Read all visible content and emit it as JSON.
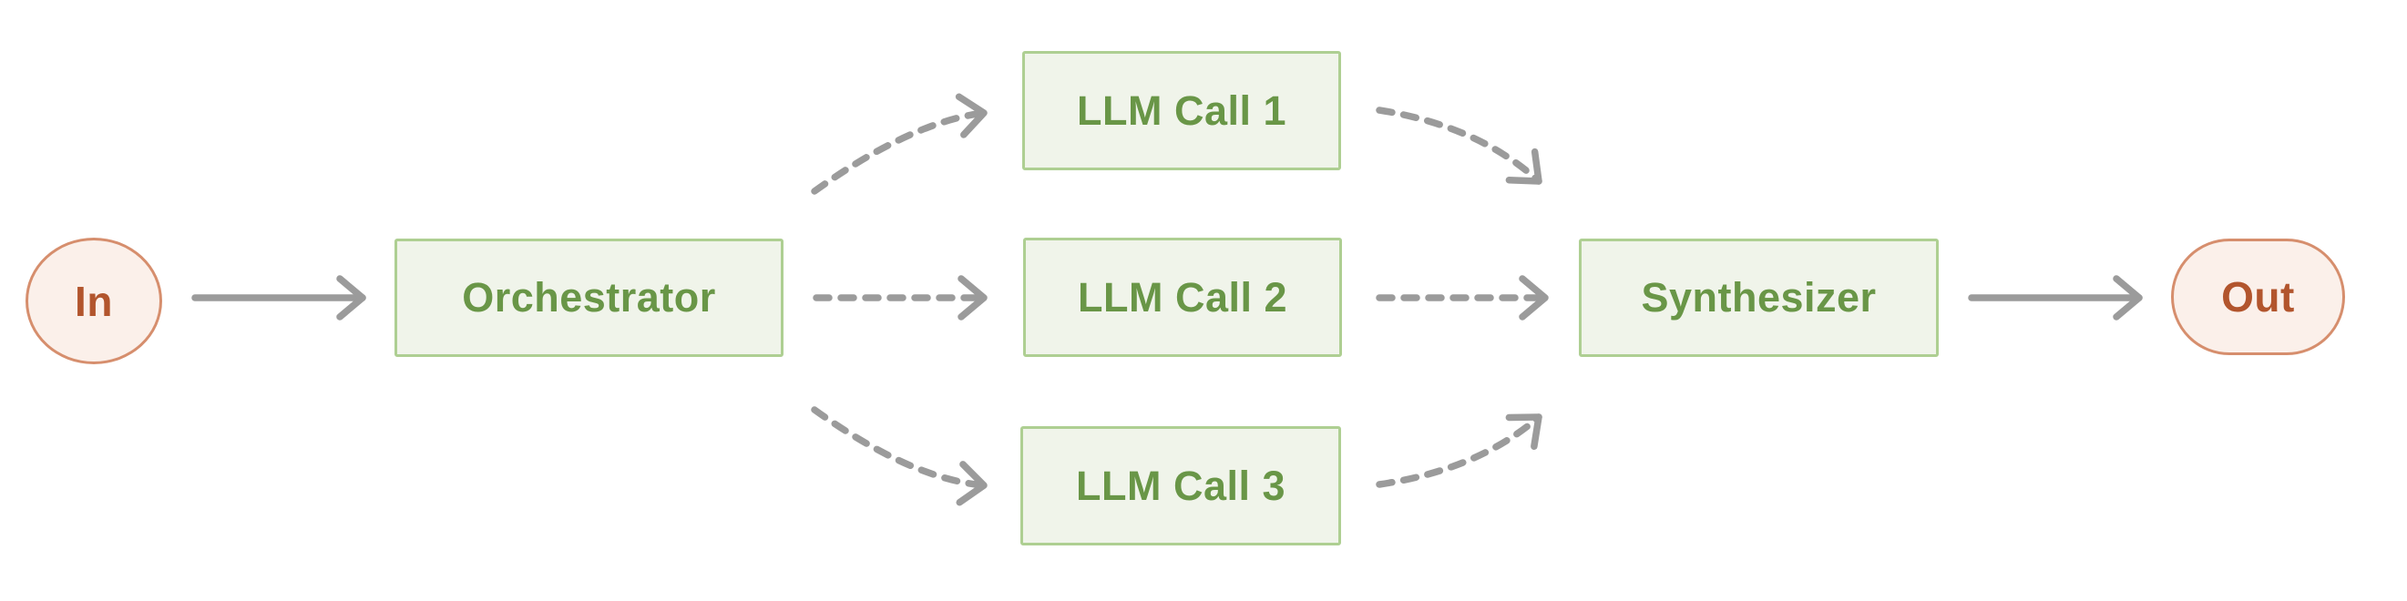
{
  "diagram": {
    "type": "flowchart",
    "description": "orchestrator-workers workflow"
  },
  "nodes": {
    "in": {
      "label": "In",
      "shape": "pill",
      "role": "input"
    },
    "orchestrator": {
      "label": "Orchestrator",
      "shape": "box",
      "role": "process"
    },
    "llm_call_1": {
      "label": "LLM Call 1",
      "shape": "box",
      "role": "process"
    },
    "llm_call_2": {
      "label": "LLM Call 2",
      "shape": "box",
      "role": "process"
    },
    "llm_call_3": {
      "label": "LLM Call 3",
      "shape": "box",
      "role": "process"
    },
    "synthesizer": {
      "label": "Synthesizer",
      "shape": "box",
      "role": "process"
    },
    "out": {
      "label": "Out",
      "shape": "pill",
      "role": "output"
    }
  },
  "edges": [
    {
      "from": "In",
      "to": "Orchestrator",
      "style": "solid"
    },
    {
      "from": "Orchestrator",
      "to": "LLM Call 1",
      "style": "dashed"
    },
    {
      "from": "Orchestrator",
      "to": "LLM Call 2",
      "style": "dashed"
    },
    {
      "from": "Orchestrator",
      "to": "LLM Call 3",
      "style": "dashed"
    },
    {
      "from": "LLM Call 1",
      "to": "Synthesizer",
      "style": "dashed"
    },
    {
      "from": "LLM Call 2",
      "to": "Synthesizer",
      "style": "dashed"
    },
    {
      "from": "LLM Call 3",
      "to": "Synthesizer",
      "style": "dashed"
    },
    {
      "from": "Synthesizer",
      "to": "Out",
      "style": "solid"
    }
  ],
  "colors": {
    "background": "#ffffff",
    "box-fill": "#f0f4ea",
    "box-border": "#aecf92",
    "box-text": "#699647",
    "pill-fill": "#fbf0ea",
    "pill-border": "#d68e6d",
    "pill-text": "#b2552d",
    "arrow": "#9b9b9b"
  }
}
